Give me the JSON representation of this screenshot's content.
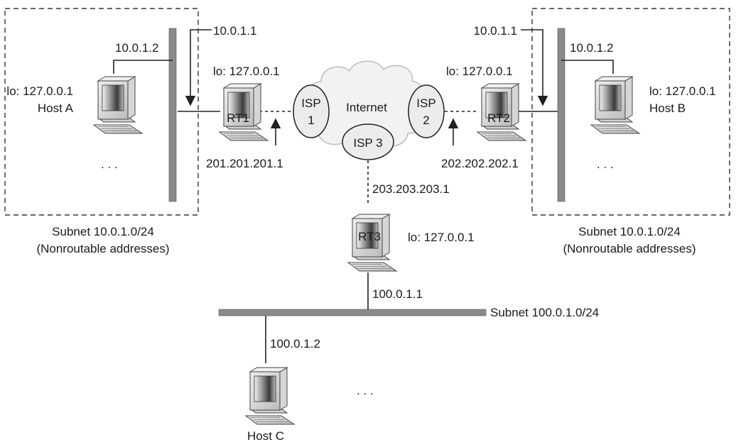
{
  "subnet_a": {
    "name": "Subnet 10.0.1.0/24",
    "note": "(Nonroutable addresses)",
    "host": {
      "lo": "lo: 127.0.0.1",
      "name": "Host A",
      "ip": "10.0.1.2",
      "more": ". . ."
    }
  },
  "subnet_b": {
    "name": "Subnet 10.0.1.0/24",
    "note": "(Nonroutable addresses)",
    "host": {
      "lo": "lo: 127.0.0.1",
      "name": "Host B",
      "ip": "10.0.1.2",
      "more": ". . ."
    }
  },
  "routers": {
    "rt1": {
      "name": "RT1",
      "lo": "lo: 127.0.0.1",
      "lan_ip": "10.0.1.1",
      "wan_ip": "201.201.201.1"
    },
    "rt2": {
      "name": "RT2",
      "lo": "lo: 127.0.0.1",
      "lan_ip": "10.0.1.1",
      "wan_ip": "202.202.202.1"
    },
    "rt3": {
      "name": "RT3",
      "lo": "lo: 127.0.0.1",
      "wan_ip": "203.203.203.1",
      "lan_ip": "100.0.1.1"
    }
  },
  "internet": {
    "label": "Internet",
    "isp1": [
      "ISP",
      "1"
    ],
    "isp2": [
      "ISP",
      "2"
    ],
    "isp3": "ISP 3"
  },
  "subnet_c": {
    "name": "Subnet 100.0.1.0/24",
    "host": {
      "name": "Host C",
      "ip": "100.0.1.2"
    },
    "more": ". . ."
  }
}
